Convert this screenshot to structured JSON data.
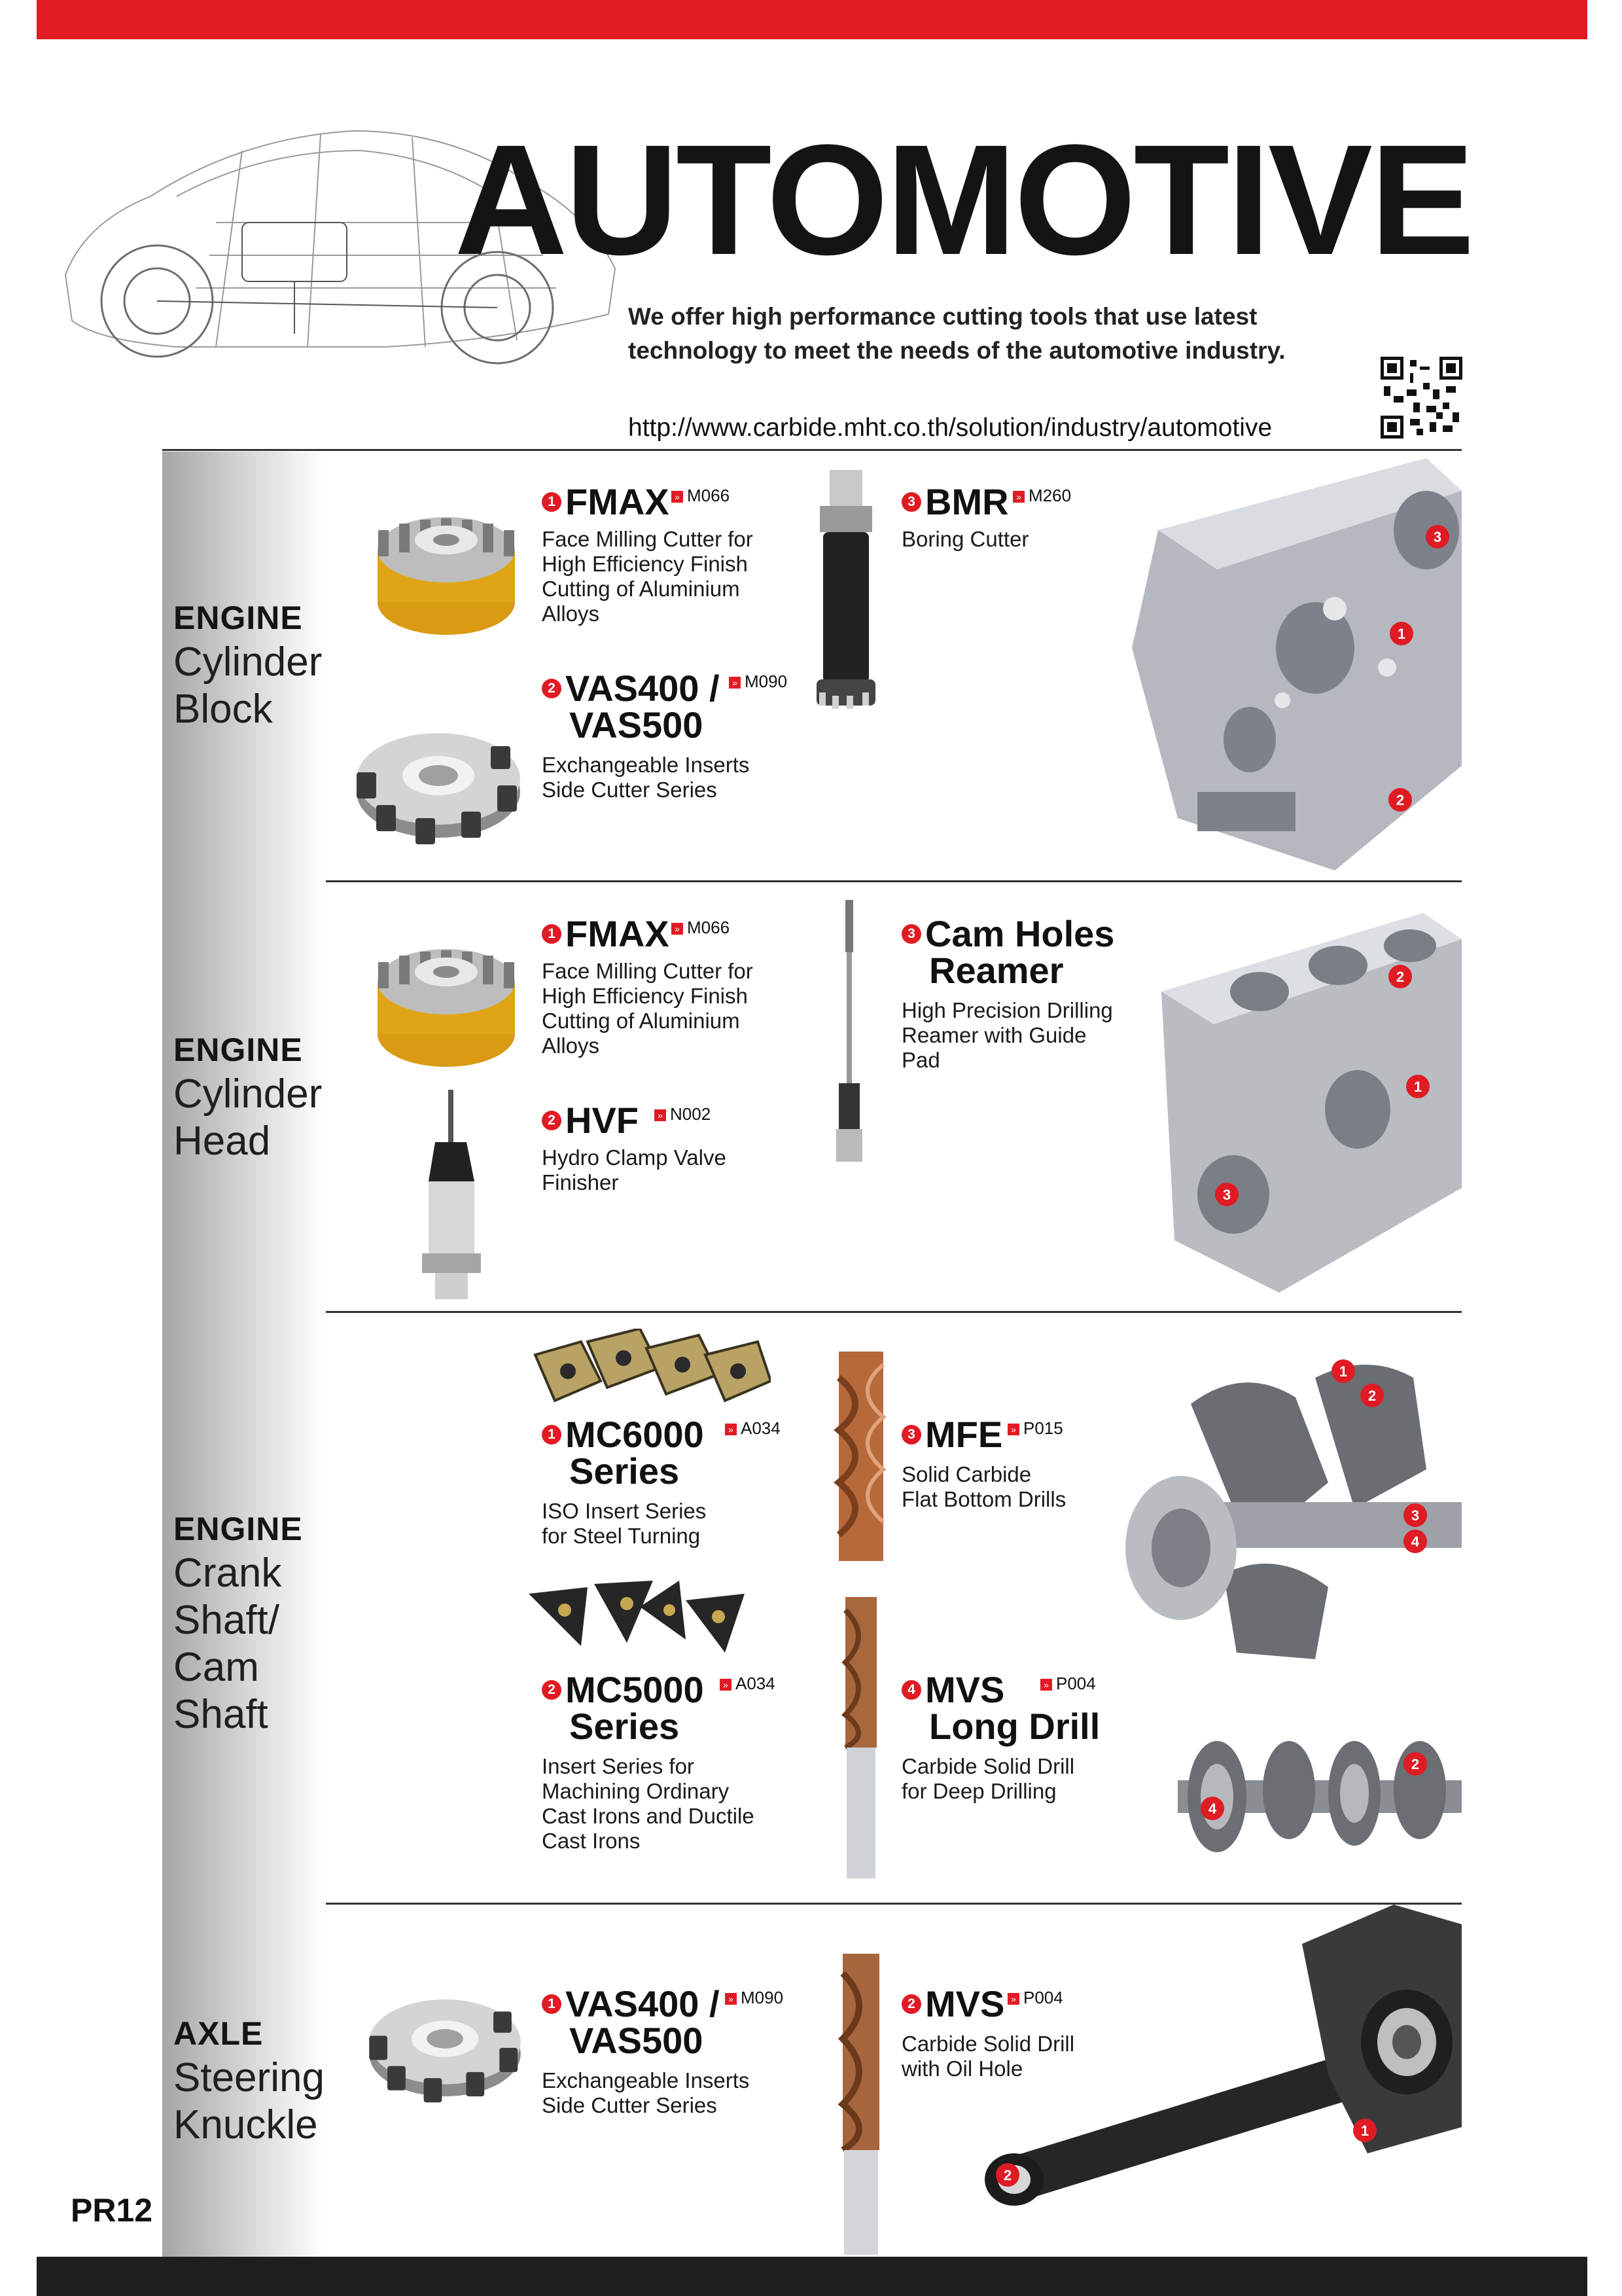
{
  "header": {
    "title": "AUTOMOTIVE",
    "intro_line1": "We offer high performance cutting tools that use latest",
    "intro_line2": "technology to meet the needs of the automotive industry.",
    "url": "http://www.carbide.mht.co.th/solution/industry/automotive"
  },
  "sections": [
    {
      "category": "ENGINE",
      "subtitle_lines": [
        "Cylinder",
        "Block"
      ],
      "products": [
        {
          "num": "1",
          "title_lines": [
            "FMAX"
          ],
          "ref": "M066",
          "desc_lines": [
            "Face Milling Cutter for",
            "High Efficiency Finish",
            "Cutting of Aluminium",
            "Alloys"
          ]
        },
        {
          "num": "2",
          "title_lines": [
            "VAS400 /",
            "VAS500"
          ],
          "ref": "M090",
          "desc_lines": [
            "Exchangeable Inserts",
            "Side Cutter Series"
          ]
        },
        {
          "num": "3",
          "title_lines": [
            "BMR"
          ],
          "ref": "M260",
          "desc_lines": [
            "Boring Cutter"
          ]
        }
      ]
    },
    {
      "category": "ENGINE",
      "subtitle_lines": [
        "Cylinder",
        "Head"
      ],
      "products": [
        {
          "num": "1",
          "title_lines": [
            "FMAX"
          ],
          "ref": "M066",
          "desc_lines": [
            "Face Milling Cutter for",
            "High Efficiency Finish",
            "Cutting of Aluminium",
            "Alloys"
          ]
        },
        {
          "num": "2",
          "title_lines": [
            "HVF"
          ],
          "ref": "N002",
          "desc_lines": [
            "Hydro Clamp Valve",
            "Finisher"
          ]
        },
        {
          "num": "3",
          "title_lines": [
            "Cam Holes",
            "Reamer"
          ],
          "ref": "",
          "desc_lines": [
            "High Precision Drilling",
            "Reamer with Guide",
            "Pad"
          ]
        }
      ]
    },
    {
      "category": "ENGINE",
      "subtitle_lines": [
        "Crank",
        "Shaft/",
        "Cam",
        "Shaft"
      ],
      "products": [
        {
          "num": "1",
          "title_lines": [
            "MC6000",
            "Series"
          ],
          "ref": "A034",
          "desc_lines": [
            "ISO Insert Series",
            "for Steel Turning"
          ]
        },
        {
          "num": "2",
          "title_lines": [
            "MC5000",
            "Series"
          ],
          "ref": "A034",
          "desc_lines": [
            "Insert Series for",
            "Machining Ordinary",
            "Cast Irons and Ductile",
            "Cast Irons"
          ]
        },
        {
          "num": "3",
          "title_lines": [
            "MFE"
          ],
          "ref": "P015",
          "desc_lines": [
            "Solid Carbide",
            "Flat Bottom Drills"
          ]
        },
        {
          "num": "4",
          "title_lines": [
            "MVS",
            "Long Drill"
          ],
          "ref": "P004",
          "desc_lines": [
            "Carbide Solid Drill",
            "for Deep Drilling"
          ]
        }
      ]
    },
    {
      "category": "AXLE",
      "subtitle_lines": [
        "Steering",
        "Knuckle"
      ],
      "products": [
        {
          "num": "1",
          "title_lines": [
            "VAS400 /",
            "VAS500"
          ],
          "ref": "M090",
          "desc_lines": [
            "Exchangeable Inserts",
            "Side Cutter Series"
          ]
        },
        {
          "num": "2",
          "title_lines": [
            "MVS"
          ],
          "ref": "P004",
          "desc_lines": [
            "Carbide Solid Drill",
            "with Oil Hole"
          ]
        }
      ]
    }
  ],
  "callouts": {
    "s1": [
      "3",
      "1",
      "2"
    ],
    "s2": [
      "2",
      "1",
      "3"
    ],
    "s3": [
      "1",
      "2",
      "3",
      "4",
      "4",
      "2"
    ],
    "s4": [
      "1",
      "2"
    ]
  },
  "footer": {
    "page_number": "PR12"
  },
  "colors": {
    "accent": "#e01b24",
    "dark": "#1e1e1e"
  },
  "icons": [
    "qr-code-icon",
    "reference-arrow-icon"
  ]
}
